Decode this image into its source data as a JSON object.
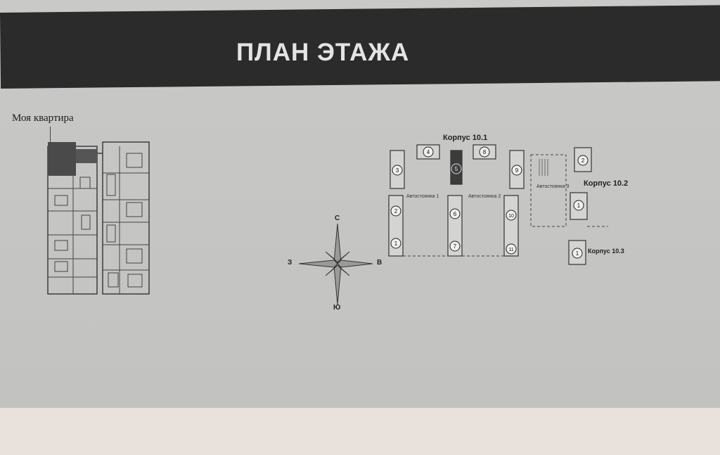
{
  "page": {
    "title": "ПЛАН ЭТАЖА",
    "my_apartment_label": "Моя квартира"
  },
  "site_plan": {
    "buildings": [
      {
        "name": "Корпус 10.1"
      },
      {
        "name": "Корпус 10.2"
      },
      {
        "name": "Корпус 10.3"
      }
    ],
    "parkings": [
      "Автостоянка 1",
      "Автостоянка 2",
      "Автостоянка 3"
    ],
    "sections_10_1": [
      "1",
      "2",
      "3",
      "4",
      "5",
      "6",
      "7",
      "8",
      "9",
      "10",
      "11"
    ],
    "sections_10_2": [
      "1",
      "2"
    ],
    "sections_10_3": [
      "1"
    ],
    "highlighted_section": "5"
  },
  "compass": {
    "north": "С",
    "south": "Ю",
    "west": "З",
    "east": "В"
  },
  "colors": {
    "band": "#2b2b2b",
    "highlight": "#4a4a4a",
    "paper": "#c6c6c4"
  }
}
